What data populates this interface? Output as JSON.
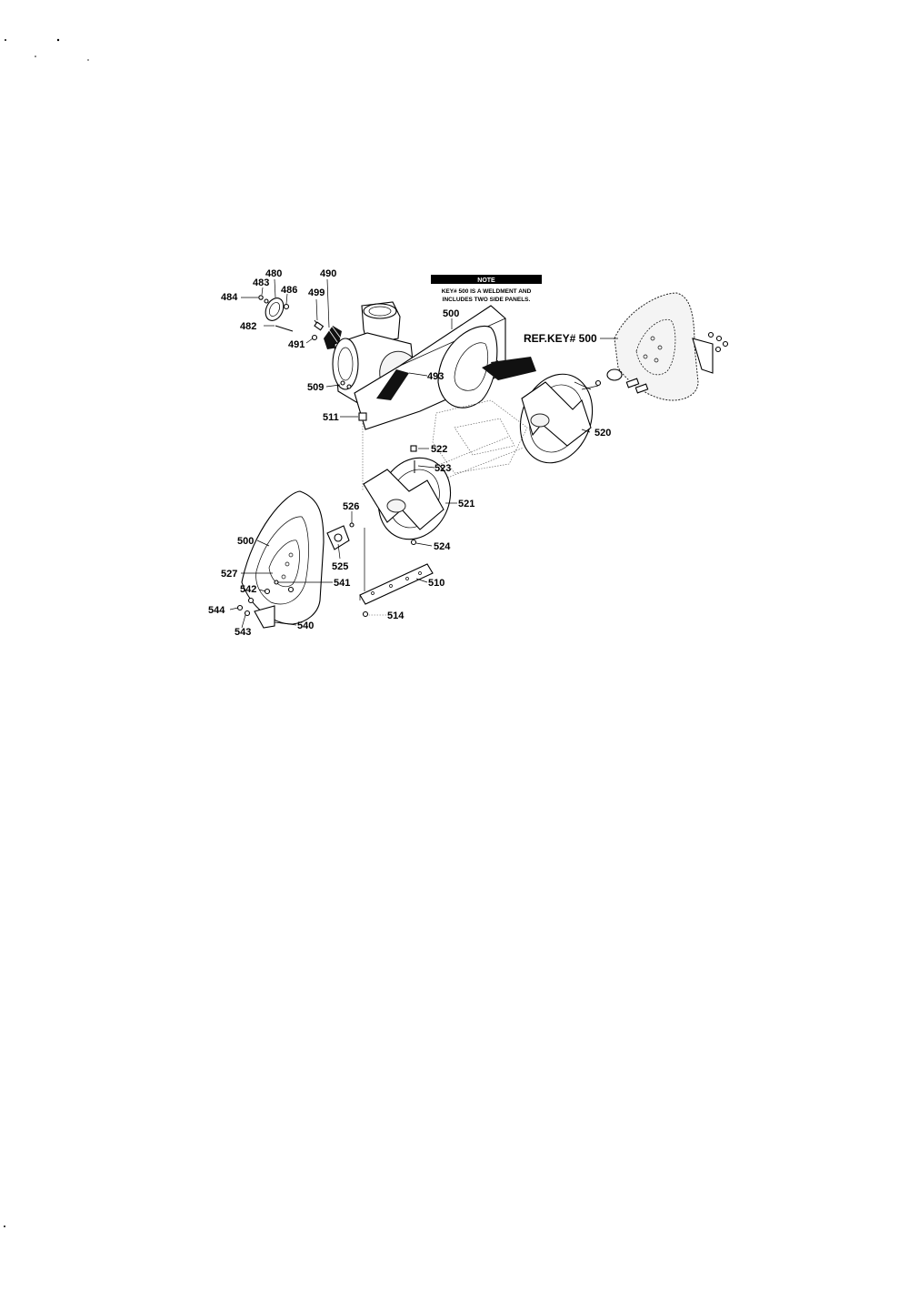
{
  "note": {
    "header": "NOTE",
    "line1": "KEY# 500 IS A WELDMENT AND",
    "line2": "INCLUDES TWO SIDE PANELS."
  },
  "ref_label": "REF.KEY# 500",
  "callouts": {
    "c480": "480",
    "c483": "483",
    "c484": "484",
    "c486": "486",
    "c482": "482",
    "c490": "490",
    "c499": "499",
    "c491": "491",
    "c500": "500",
    "c493": "493",
    "c509": "509",
    "c511": "511",
    "c520": "520",
    "c522": "522",
    "c523": "523",
    "c521": "521",
    "c526": "526",
    "c524": "524",
    "c500b": "500",
    "c525": "525",
    "c527": "527",
    "c541": "541",
    "c510": "510",
    "c542": "542",
    "c544": "544",
    "c543": "543",
    "c540": "540",
    "c514": "514"
  }
}
